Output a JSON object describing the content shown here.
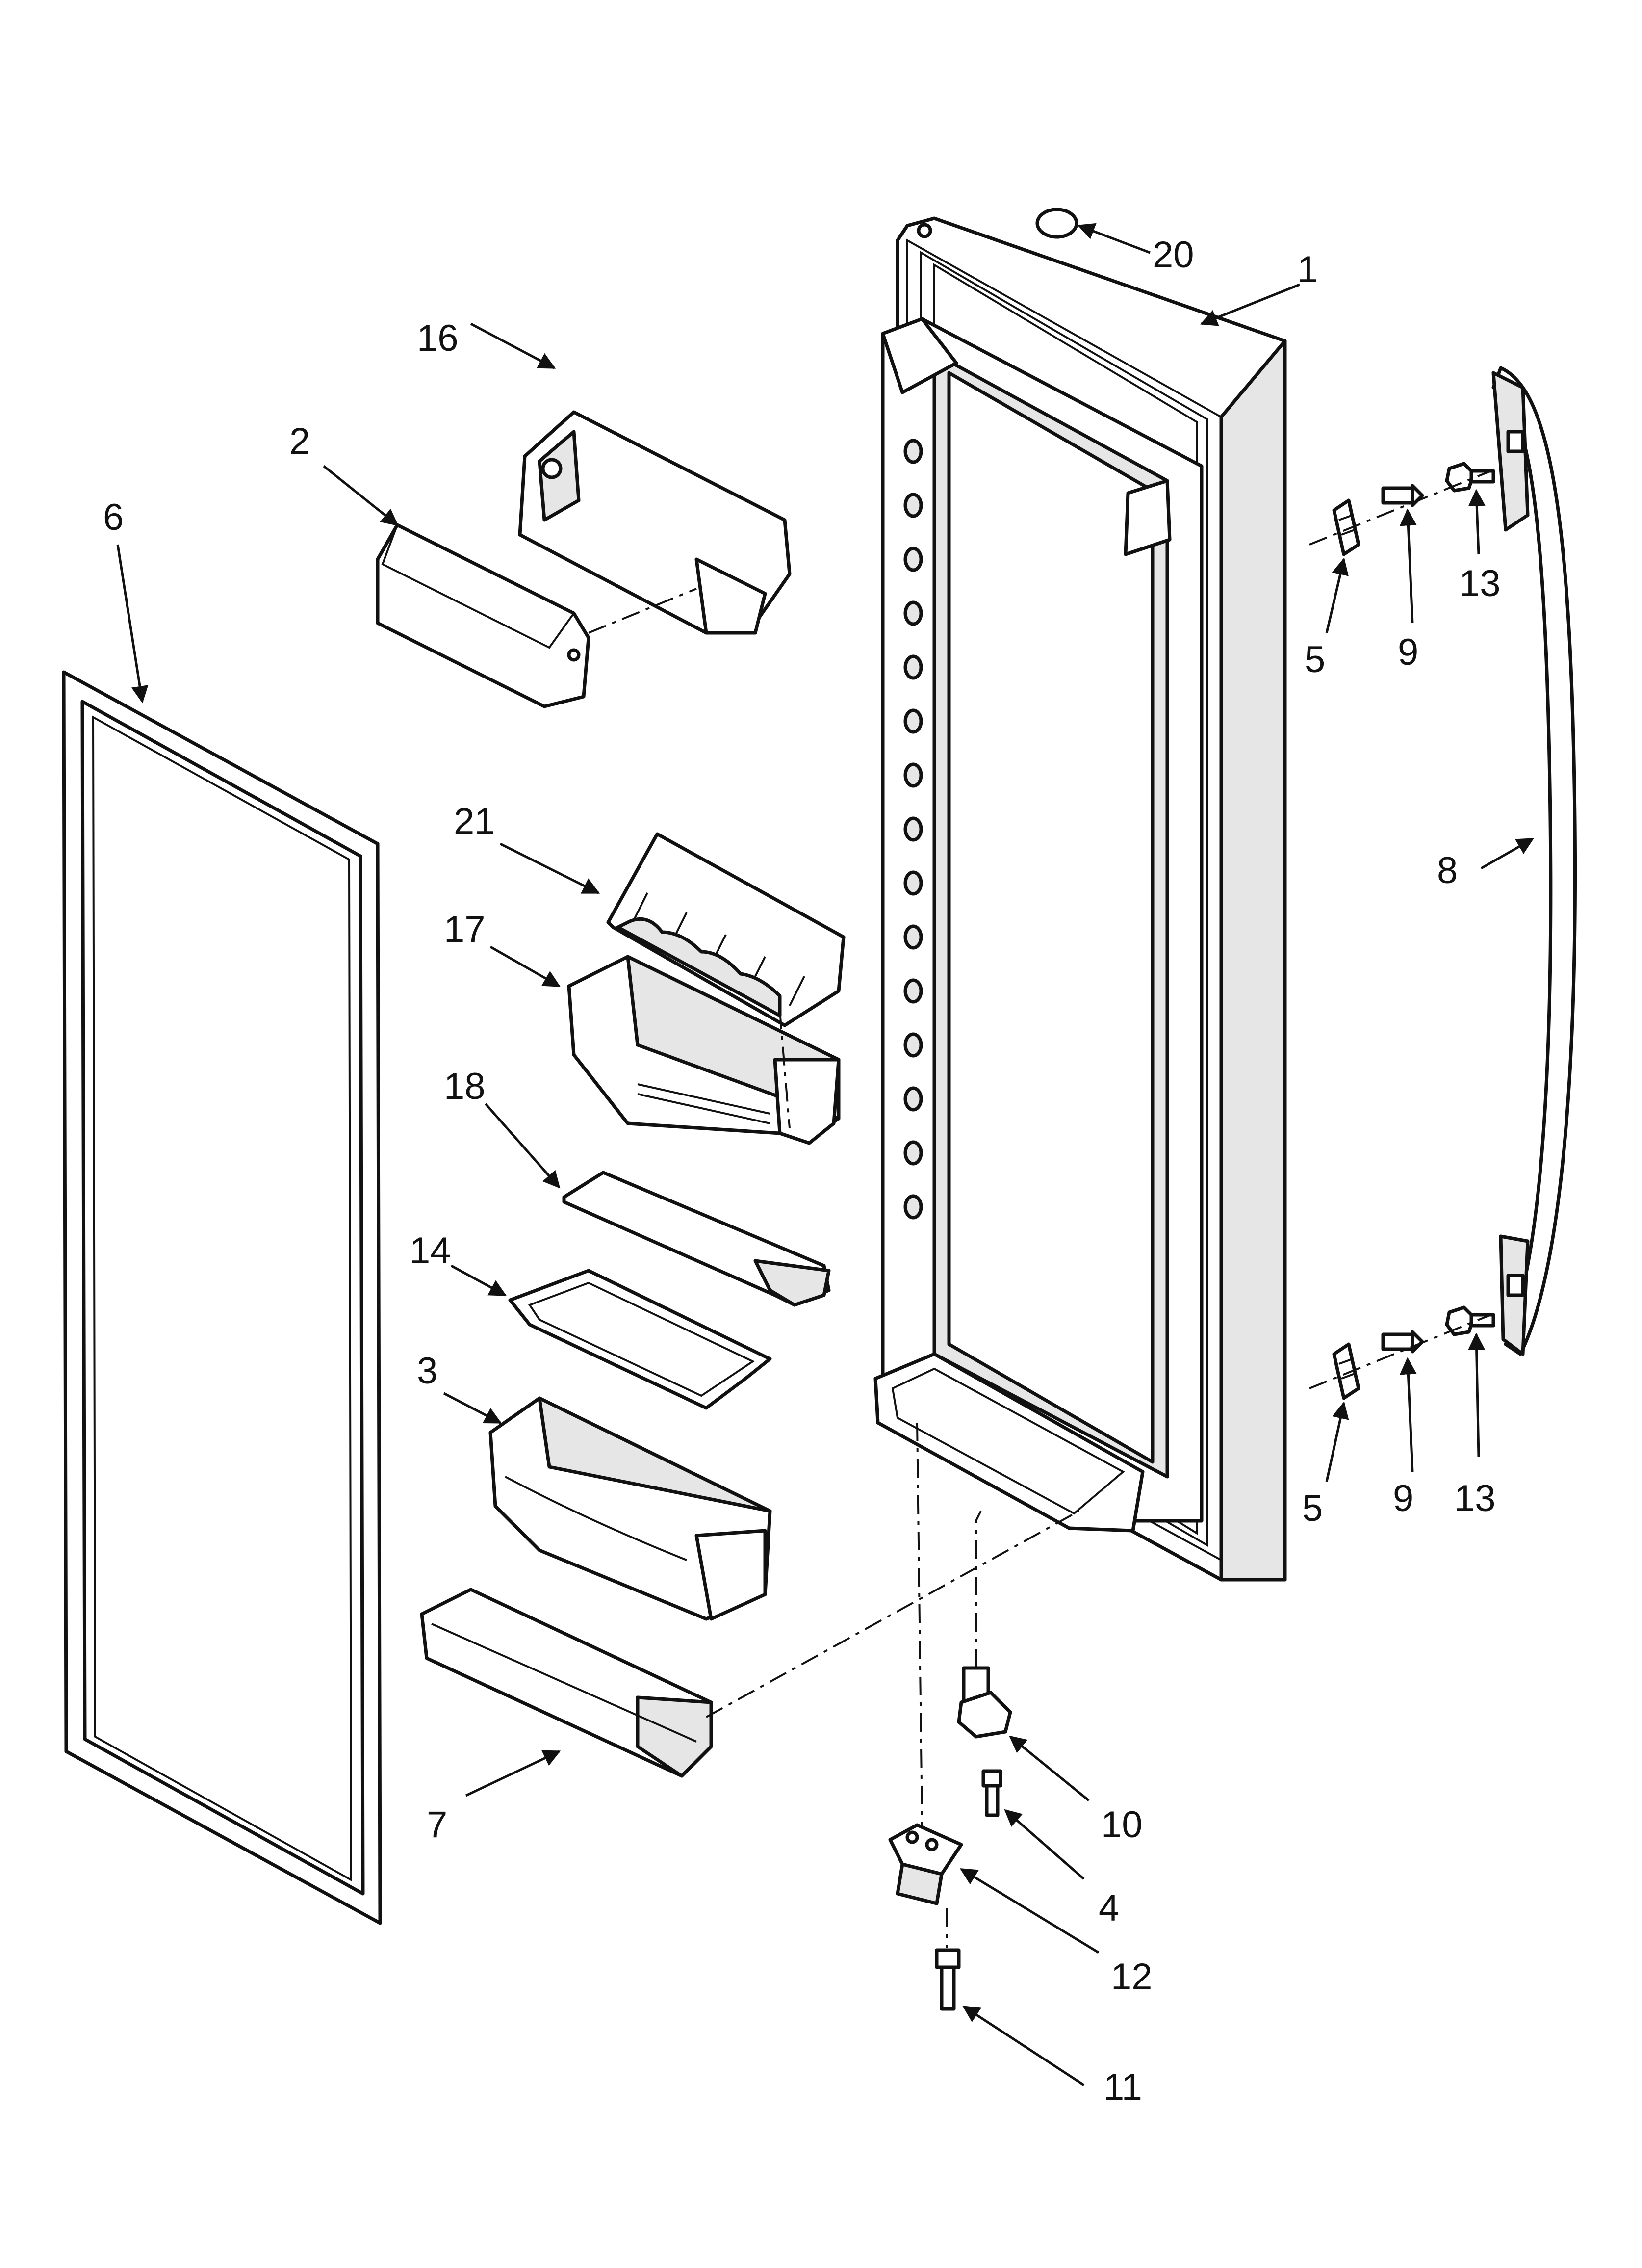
{
  "diagram": {
    "callouts": [
      {
        "id": "1",
        "label": "1"
      },
      {
        "id": "2",
        "label": "2"
      },
      {
        "id": "3",
        "label": "3"
      },
      {
        "id": "4",
        "label": "4"
      },
      {
        "id": "5a",
        "label": "5"
      },
      {
        "id": "5b",
        "label": "5"
      },
      {
        "id": "6",
        "label": "6"
      },
      {
        "id": "7",
        "label": "7"
      },
      {
        "id": "8",
        "label": "8"
      },
      {
        "id": "9a",
        "label": "9"
      },
      {
        "id": "9b",
        "label": "9"
      },
      {
        "id": "10",
        "label": "10"
      },
      {
        "id": "11",
        "label": "11"
      },
      {
        "id": "12",
        "label": "12"
      },
      {
        "id": "13a",
        "label": "13"
      },
      {
        "id": "13b",
        "label": "13"
      },
      {
        "id": "14",
        "label": "14"
      },
      {
        "id": "16",
        "label": "16"
      },
      {
        "id": "17",
        "label": "17"
      },
      {
        "id": "18",
        "label": "18"
      },
      {
        "id": "20",
        "label": "20"
      },
      {
        "id": "21",
        "label": "21"
      }
    ]
  }
}
